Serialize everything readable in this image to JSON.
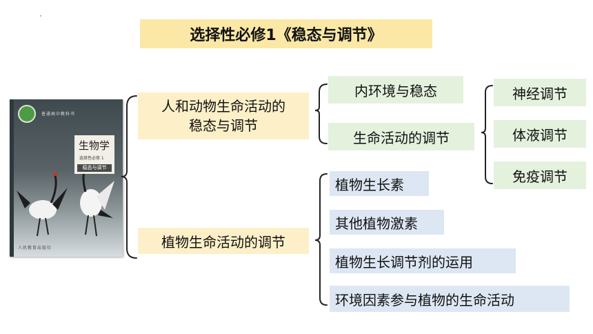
{
  "title": "选择性必修1《稳态与调节》",
  "book": {
    "series": "普通高中教科书",
    "title": "生物学",
    "subtitle": "选择性必修 1",
    "subject": "稳态与调节",
    "publisher": "人民教育出版社"
  },
  "level1": {
    "item1_line1": "人和动物生命活动的",
    "item1_line2": "稳态与调节",
    "item2": "植物生命活动的调节"
  },
  "animal_children": [
    "内环境与稳态",
    "生命活动的调节"
  ],
  "regulation_children": [
    "神经调节",
    "体液调节",
    "免疫调节"
  ],
  "plant_children": [
    "植物生长素",
    "其他植物激素",
    "植物生长调节剂的运用",
    "环境因素参与植物的生命活动"
  ]
}
